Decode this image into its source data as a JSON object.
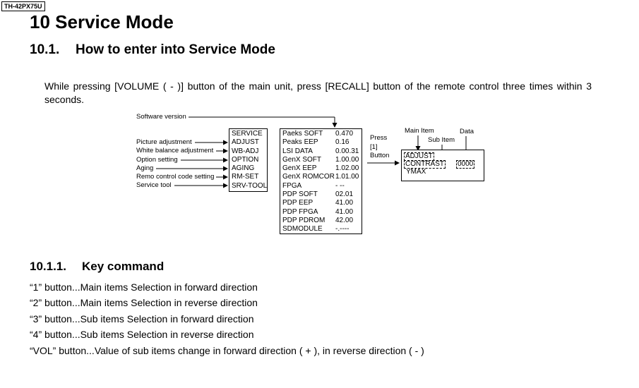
{
  "model_tag": "TH-42PX75U",
  "heading": "10 Service Mode",
  "section": {
    "number": "10.1.",
    "title": "How to enter into Service Mode"
  },
  "intro": "While pressing [VOLUME ( - )] button of the main unit, press [RECALL] button of the remote control three times within 3 seconds.",
  "diagram": {
    "software_version_label": "Software version",
    "left_labels": [
      "Picture adjustment",
      "White balance adjustment",
      "Option setting",
      "Aging",
      "Remo control code setting",
      "Service tool"
    ],
    "menu_items": [
      "SERVICE",
      "ADJUST",
      "WB-ADJ",
      "OPTION",
      "AGING",
      "RM-SET",
      "SRV-TOOL"
    ],
    "versions": [
      {
        "name": "Paeks SOFT",
        "value": "0.470"
      },
      {
        "name": "Peaks EEP",
        "value": "0.16"
      },
      {
        "name": "LSI DATA",
        "value": "0.00.31"
      },
      {
        "name": "GenX SOFT",
        "value": "1.00.00"
      },
      {
        "name": "GenX EEP",
        "value": "1.02.00"
      },
      {
        "name": "GenX ROMCOR",
        "value": "1.01.00"
      },
      {
        "name": "FPGA",
        "value": "- --"
      },
      {
        "name": "PDP SOFT",
        "value": "02.01"
      },
      {
        "name": "PDP EEP",
        "value": "41.00"
      },
      {
        "name": "PDP FPGA",
        "value": "41.00"
      },
      {
        "name": "PDP PDROM",
        "value": "42.00"
      },
      {
        "name": "SDMODULE",
        "value": "-.----"
      }
    ],
    "press_lines": [
      "Press",
      "[1]",
      "Button"
    ],
    "main_item_label": "Main Item",
    "sub_item_label": "Sub Item",
    "data_label": "Data",
    "screen": {
      "main": "ADJUST",
      "sub": "CONTRAST",
      "data": "0000",
      "next": "YMAX"
    }
  },
  "subsection": {
    "number": "10.1.1.",
    "title": "Key command"
  },
  "key_commands": [
    "“1” button...Main items Selection in forward direction",
    "“2” button...Main items Selection in reverse direction",
    "“3” button...Sub items Selection in forward direction",
    "“4” button...Sub items Selection in reverse direction",
    "“VOL” button...Value of sub items change in forward direction ( + ), in reverse direction ( - )"
  ]
}
